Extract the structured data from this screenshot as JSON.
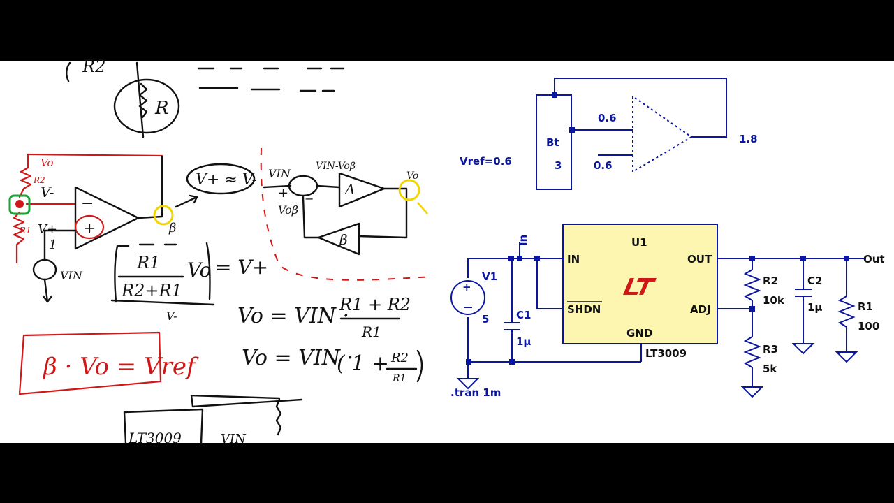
{
  "colors": {
    "letterbox": "#000000",
    "canvas": "#ffffff",
    "schematic_blue": "#0a16a0",
    "ink_red": "#d01818",
    "highlight_yellow": "#f2d400",
    "highlight_green": "#19a33a",
    "ic_fill": "#fcf6b0",
    "lt_logo_red": "#d01818"
  },
  "handwritten": {
    "top_r2": "R2",
    "top_circle_r": "R",
    "vo_label": "Vo",
    "r2_label": "R2",
    "r1_label": "R1",
    "vminus_label": "V-",
    "vplus_label": "V+",
    "one_label": "1",
    "minus_sign": "−",
    "plus_sign": "+",
    "vin_label": "VIN",
    "beta_label": "β",
    "bubble_eq": "V+ ≈ V-",
    "frac_num": "R1",
    "frac_den": "R2+R1",
    "frac_vo": "Vo",
    "frac_eq": "= V+",
    "frac_under": "V-",
    "eq1_lhs": "Vo = VIN ·",
    "eq1_num": "R1 + R2",
    "eq1_den": "R1",
    "eq2_lhs": "Vo = VIN ·",
    "eq2_paren": "( 1 +",
    "eq2_num": "R2",
    "eq2_den": "R1",
    "red_box": "β · Vo = Vref",
    "block_vin": "VIN",
    "block_vinvob": "VIN-Voβ",
    "block_plus": "+",
    "block_vob": "Voβ",
    "block_minus": "−",
    "block_a": "A",
    "block_vo": "Vo",
    "block_beta": "β",
    "bottom_chip": "LT3009",
    "bottom_vin": "VIN"
  },
  "top_schematic": {
    "bt_label": "Bt",
    "bt_value": "3",
    "in_value_top": "0.6",
    "in_value_bottom": "0.6",
    "out_value": "1.8",
    "vref": "Vref=0.6"
  },
  "regulator_schematic": {
    "in_net": "In",
    "v1_name": "V1",
    "v1_value": "5",
    "c1_name": "C1",
    "c1_value": "1µ",
    "ic_ref": "U1",
    "ic_part": "LT3009",
    "pin_in": "IN",
    "pin_shdn": "SHDN",
    "pin_out": "OUT",
    "pin_adj": "ADJ",
    "pin_gnd": "GND",
    "r2_name": "R2",
    "r2_value": "10k",
    "r3_name": "R3",
    "r3_value": "5k",
    "c2_name": "C2",
    "c2_value": "1µ",
    "r1_name": "R1",
    "r1_value": "100",
    "out_net": "Out",
    "directive": ".tran 1m"
  }
}
